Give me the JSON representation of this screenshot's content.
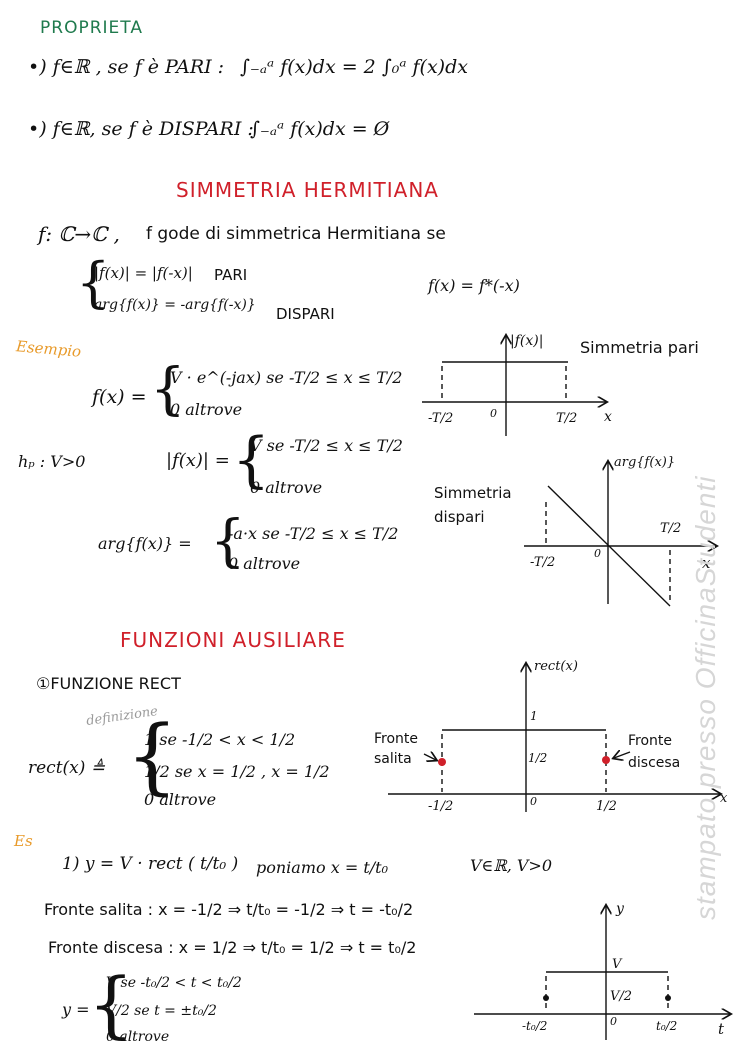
{
  "section_proprieta": {
    "title": "PROPRIETA",
    "line1_lead": "•) f∈ℝ , se f è PARI :",
    "line1_formula": "∫₋ₐᵃ f(x)dx = 2 ∫₀ᵃ f(x)dx",
    "line2_lead": "•) f∈ℝ, se f è DISPARI :",
    "line2_formula": "∫₋ₐᵃ f(x)dx = Ø"
  },
  "section_hermitiana": {
    "title": "SIMMETRIA HERMITIANA",
    "intro_map": "f: ℂ→ℂ ,",
    "intro_text": "f gode di simmetrica Hermitiana se",
    "cond1": "|f(x)| = |f(-x)|",
    "cond1_label": "PARI",
    "cond2": "arg{f(x)} = -arg{f(-x)}",
    "cond2_label": "DISPARI",
    "relation": "f(x) = f*(-x)"
  },
  "esempio": {
    "label": "Esempio",
    "f_def_lhs": "f(x) =",
    "f_case1": "V · e^(-jax)   se   -T/2 ≤ x ≤ T/2",
    "f_case2": "0   altrove",
    "hp": "hₚ :  V>0",
    "mod_lhs": "|f(x)| =",
    "mod_case1": "V    se  -T/2 ≤ x ≤ T/2",
    "mod_case2": "0    altrove",
    "arg_lhs": "arg{f(x)} =",
    "arg_case1": "-a·x    se  -T/2 ≤ x ≤ T/2",
    "arg_case2": "0     altrove"
  },
  "graph_pari": {
    "caption": "Simmetria pari",
    "ylabel": "|f(x)|",
    "xlabel": "x",
    "tick_left": "-T/2",
    "tick_zero": "0",
    "tick_right": "T/2"
  },
  "graph_dispari": {
    "caption_line1": "Simmetria",
    "caption_line2": "dispari",
    "ylabel": "arg{f(x)}",
    "xlabel": "x",
    "tick_left": "-T/2",
    "tick_zero": "0",
    "tick_right": "T/2"
  },
  "section_ausiliare": {
    "title": "FUNZIONI AUSILIARE",
    "subtitle": "①FUNZIONE RECT",
    "annotation": "definizione",
    "rect_lhs": "rect(x) ≜",
    "rect_case1": "1    se  -1/2 < x < 1/2",
    "rect_case2": "1/2    se   x = 1/2 ,  x = 1/2",
    "rect_case3": "0    altrove"
  },
  "graph_rect": {
    "ylabel": "rect(x)",
    "xlabel": "x",
    "level_one": "1",
    "level_half": "1/2",
    "tick_left": "-1/2",
    "tick_zero": "0",
    "tick_right": "1/2",
    "front_left_line1": "Fronte",
    "front_left_line2": "salita",
    "front_right_line1": "Fronte",
    "front_right_line2": "discesa"
  },
  "es": {
    "label": "Es",
    "line1": "1) y = V · rect ( t/t₀ )",
    "line1_mid": "poniamo  x = t/t₀",
    "line1_right": "V∈ℝ, V>0",
    "salita": "Fronte salita :    x = -1/2 ⇒ t/t₀ = -1/2 ⇒ t = -t₀/2",
    "discesa": "Fronte discesa :   x = 1/2 ⇒ t/t₀ = 1/2 ⇒ t = t₀/2",
    "y_lhs": "y =",
    "y_case1": "V    se  -t₀/2 < t < t₀/2",
    "y_case2": "V/2    se  t = ±t₀/2",
    "y_case3": "0    altrove"
  },
  "graph_es": {
    "ylabel": "y",
    "xlabel": "t",
    "level_v": "V",
    "level_half": "V/2",
    "tick_left": "-t₀/2",
    "tick_zero": "0",
    "tick_right": "t₀/2"
  },
  "watermark": "stampato presso OfficinaStudenti",
  "colors": {
    "heading_green": "#1f7a4d",
    "heading_red": "#d0202a",
    "label_orange": "#e89a2a",
    "dot_red": "#d0202a",
    "ink": "#111111"
  }
}
